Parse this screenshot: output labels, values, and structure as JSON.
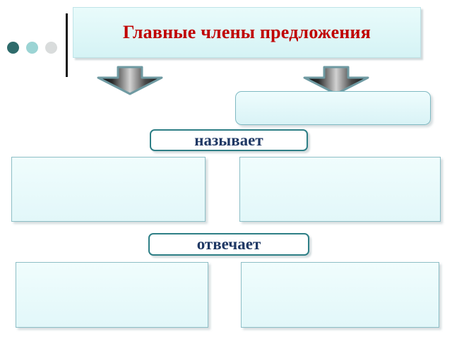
{
  "slide": {
    "title": "Главные члены предложения",
    "title_color": "#c00000",
    "background_color": "#ffffff"
  },
  "decor": {
    "dots": [
      {
        "name": "dot-dark-teal",
        "color": "#2e6b6b"
      },
      {
        "name": "dot-light-teal",
        "color": "#9bd4d4"
      },
      {
        "name": "dot-gray",
        "color": "#d9dcdc"
      }
    ],
    "vertical_rule_color": "#141414"
  },
  "arrows": [
    {
      "name": "arrow-left",
      "direction": "down",
      "fill": "gradient-black-silver",
      "outline": "#6f9aa2"
    },
    {
      "name": "arrow-right",
      "direction": "down",
      "fill": "gradient-black-silver",
      "outline": "#6f9aa2"
    }
  ],
  "boxes": {
    "top_right": {
      "text": "",
      "fill": "#e4f7f9",
      "border": "#7fb9c2",
      "shape": "rounded"
    },
    "row1_left": {
      "text": "",
      "fill": "#eafafa",
      "border": "#8dbec6",
      "shape": "rectangle"
    },
    "row1_right": {
      "text": "",
      "fill": "#eafafa",
      "border": "#8dbec6",
      "shape": "rectangle"
    },
    "row2_left": {
      "text": "",
      "fill": "#eafafa",
      "border": "#8dbec6",
      "shape": "rectangle"
    },
    "row2_right": {
      "text": "",
      "fill": "#eafafa",
      "border": "#8dbec6",
      "shape": "rectangle"
    }
  },
  "labels": {
    "nazyvaet": "называет",
    "otvechaet": "отвечает",
    "label_color": "#1f3864"
  }
}
